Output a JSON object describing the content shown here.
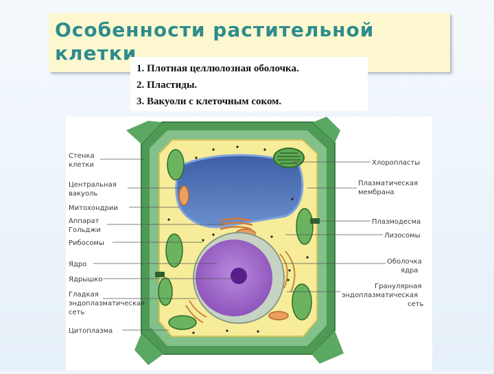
{
  "slide": {
    "title": "Особенности растительной клетки",
    "features": [
      "1. Плотная целлюлозная оболочка.",
      "2. Пластиды.",
      "3. Вакуоли с клеточным соком."
    ]
  },
  "figure": {
    "left_labels": [
      "Стенка",
      "клетки",
      "Центральная",
      "вакуоль",
      "Митохондрии",
      "Аппарат",
      "Гольджи",
      "Рибосомы",
      "Ядро",
      "Ядрышко",
      "Гладкая",
      "эндоплазматическая",
      "сеть",
      "Цитоплазма"
    ],
    "right_labels": [
      "Хлоропласты",
      "Плазматическая",
      "мембрана",
      "Плазмодесма",
      "Лизосомы",
      "Оболочка",
      "ядра",
      "Гранулярная",
      "эндоплазматическая",
      "сеть"
    ]
  },
  "colors": {
    "title": "#2f8c8c",
    "title_bg": "#fdf8cf",
    "cell_wall": "#4e9a55",
    "cytoplasm": "#f6ec9a",
    "vacuole": "#4a6fb0",
    "nucleus": "#9d62c6"
  }
}
